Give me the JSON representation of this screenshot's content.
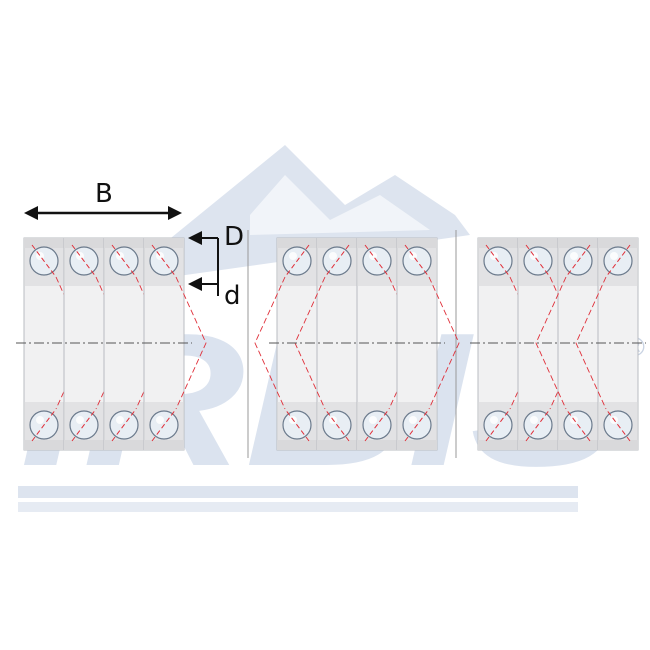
{
  "labels": {
    "width": "B",
    "outer_diameter": "D",
    "inner_diameter": "d"
  },
  "watermark": {
    "text": "IRBIS",
    "mark": "®",
    "color": "#dbe3ef"
  },
  "colors": {
    "ring": "#d9d9db",
    "ring_dark": "#b9bcc2",
    "ball": "#e8eef4",
    "contact_line": "#e0303a",
    "axis": "#555555",
    "divider": "#999999"
  },
  "arrangements": [
    {
      "name": "tandem",
      "balls_per_row": 4
    },
    {
      "name": "tandem-back-to-back",
      "balls_per_row": 4
    },
    {
      "name": "tandem-face-to-face",
      "balls_per_row": 4
    }
  ]
}
